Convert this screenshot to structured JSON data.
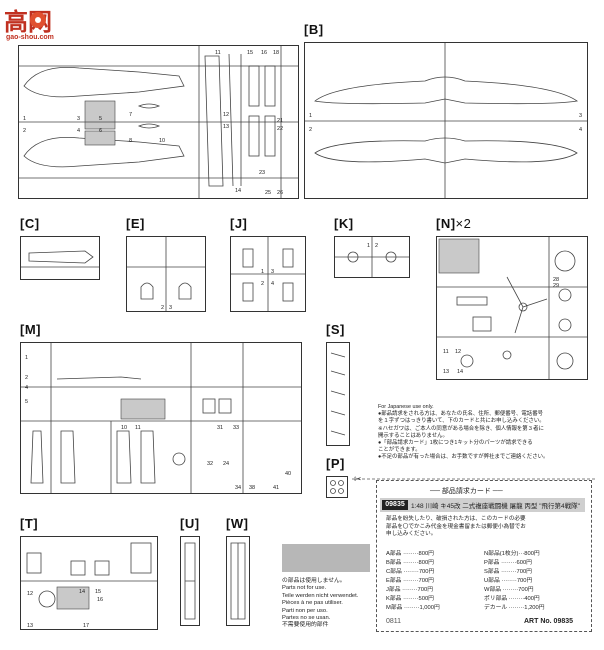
{
  "watermark": {
    "chars": "高网",
    "url": "gao-shou.com"
  },
  "sprues": {
    "A": "",
    "B": "[B]",
    "C": "[C]",
    "E": "[E]",
    "J": "[J]",
    "K": "[K]",
    "N": "[N]",
    "N_mult": "×2",
    "M": "[M]",
    "S": "[S]",
    "P": "[P]",
    "T": "[T]",
    "U": "[U]",
    "W": "[W]"
  },
  "notice": {
    "title": "For Japanese use only.",
    "lines": [
      "●部品請求をされる方は、あなたの氏名、住所、郵便番号、電話番号",
      "を１字ずつはっきり書いて、下のカードと共にお申し込みください。",
      "※ハセガワは、ご本人の同意がある場合を除き、個人情報を第３者に",
      "開示することはありません。",
      "●「部品請求カード」1枚につき1キット分のパーツが請求できる",
      "ことができます。",
      "●不足の部品が有った場合は、お手数ですが弊社までご連絡ください。"
    ]
  },
  "card": {
    "header": "── 部品請求カード ──",
    "code": "09835",
    "title": "1:48 川崎 キ45改 二式複座戦闘機 屠龍 丙型 \"飛行第4戦隊\"",
    "body": [
      "部品を紛失したり、破損された方は、このカードの必要",
      "部品を〇でかこみ代金を現金書留または郵便小為替でお",
      "申し込みください。"
    ],
    "prices": [
      [
        "A部品 ········800円",
        "N部品(1枚分)···800円"
      ],
      [
        "B部品 ········800円",
        "P部品 ········600円"
      ],
      [
        "C部品 ········700円",
        "S部品 ········700円"
      ],
      [
        "E部品 ········700円",
        "U部品 ········700円"
      ],
      [
        "J部品 ········700円",
        "W部品 ········700円"
      ],
      [
        "K部品 ········500円",
        "ポリ部品 ········400円"
      ],
      [
        "M部品 ········1,000円",
        "デカール ········1,200円"
      ]
    ],
    "code_bottom": "0811",
    "art": "ART No. 09835"
  },
  "unused_notice": [
    "の部品は使用しません。",
    "Parts not for use.",
    "Teile werden nicht verwendet.",
    "Pièces à ne pas utiliser.",
    "Parti non per uso.",
    "Partes no se usan.",
    "不需要使用的部件"
  ]
}
